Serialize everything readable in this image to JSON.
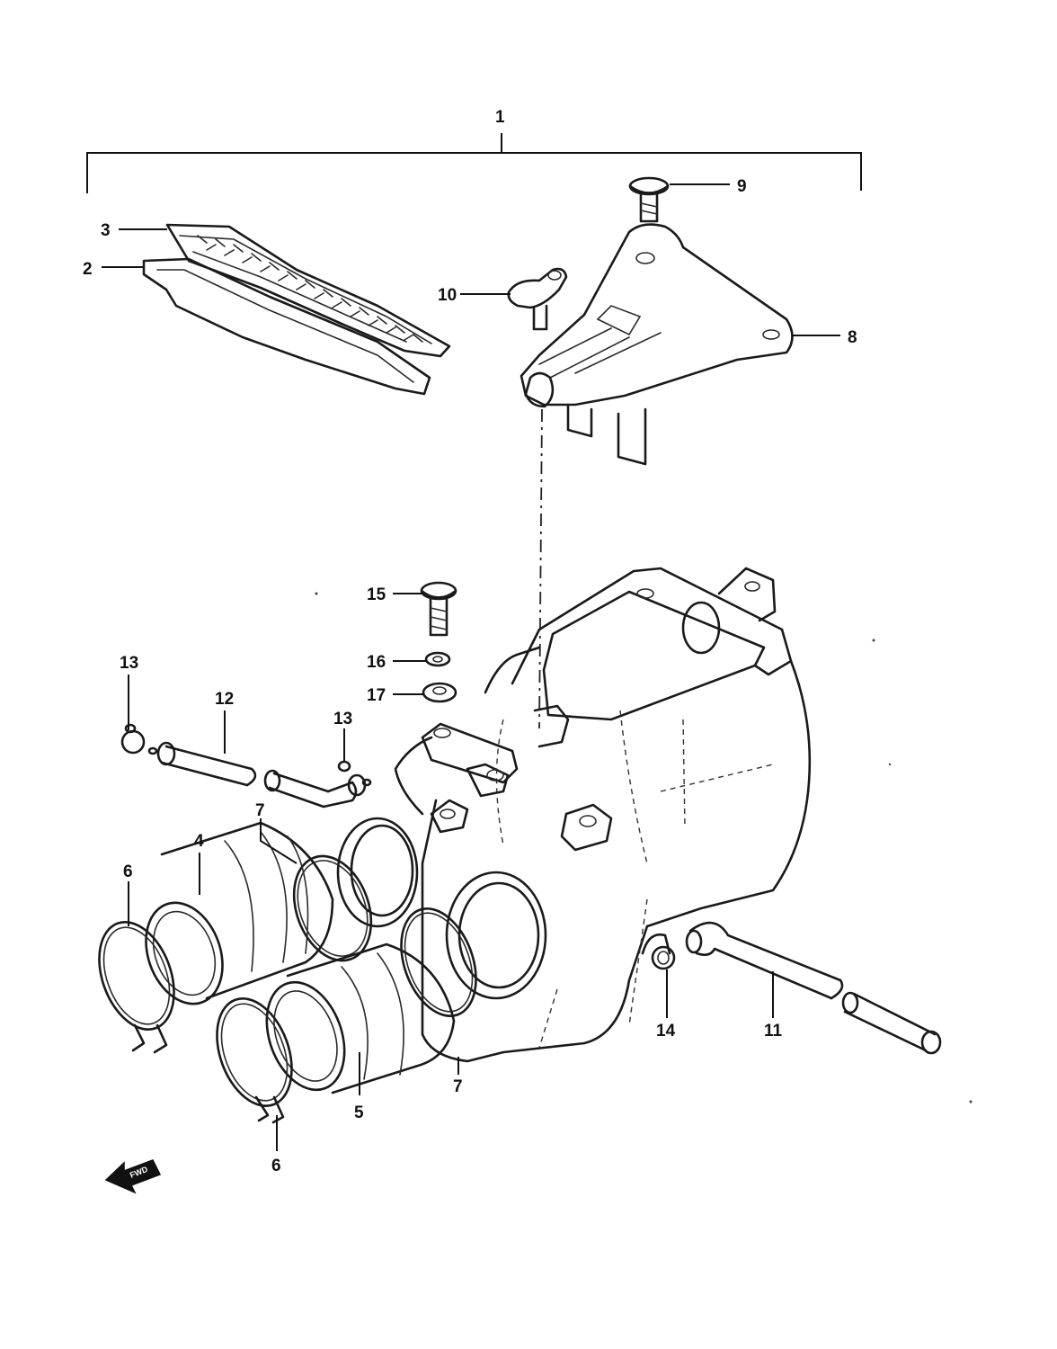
{
  "callouts": {
    "c1": "1",
    "c2": "2",
    "c3": "3",
    "c4": "4",
    "c5": "5",
    "c6a": "6",
    "c6b": "6",
    "c7a": "7",
    "c7b": "7",
    "c8": "8",
    "c9": "9",
    "c10": "10",
    "c11": "11",
    "c12": "12",
    "c13a": "13",
    "c13b": "13",
    "c14": "14",
    "c15": "15",
    "c16": "16",
    "c17": "17"
  },
  "fwd_arrow_label": "FWD"
}
